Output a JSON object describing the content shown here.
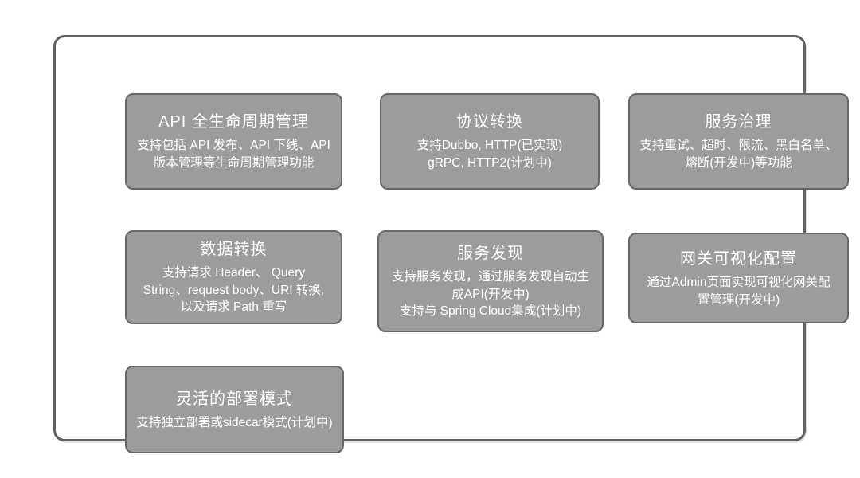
{
  "diagram": {
    "colors": {
      "page_bg": "#ffffff",
      "container_border": "#616161",
      "card_bg": "#9c9c9c",
      "card_border": "#676767",
      "card_text": "#ffffff"
    },
    "cards": [
      {
        "title": "API 全生命周期管理",
        "desc": "支持包括 API 发布、API 下线、API\n版本管理等生命周期管理功能"
      },
      {
        "title": "协议转换",
        "desc": "支持Dubbo, HTTP(已实现)\ngRPC, HTTP2(计划中)"
      },
      {
        "title": "服务治理",
        "desc": "支持重试、超时、限流、黑白名单、\n熔断(开发中)等功能"
      },
      {
        "title": "数据转换",
        "desc": "支持请求 Header、 Query\nString、request body、URI 转换,\n以及请求 Path 重写"
      },
      {
        "title": "服务发现",
        "desc": "支持服务发现，通过服务发现自动生\n成API(开发中)\n支持与 Spring Cloud集成(计划中)"
      },
      {
        "title": "网关可视化配置",
        "desc": "通过Admin页面实现可视化网关配\n置管理(开发中)"
      },
      {
        "title": "灵活的部署模式",
        "desc": "支持独立部署或sidecar模式(计划中)"
      }
    ]
  }
}
